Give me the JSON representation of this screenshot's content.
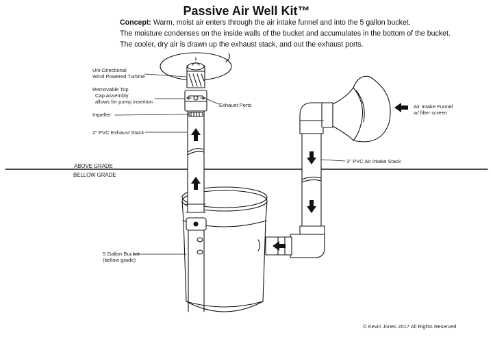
{
  "title": "Passive Air Well Kit™",
  "concept": {
    "label": "Concept:",
    "line1": " Warm, moist air enters through the air intake funnel and into the 5 gallon bucket.",
    "line2": "The moisture condenses on the inside walls of the bucket and accumulates in the bottom of the bucket.",
    "line3": "The cooler, dry air is drawn up the exhaust stack, and out the  exhaust ports."
  },
  "labels": {
    "turbine_1": "Uni-Directional",
    "turbine_2": "Wind Powered Turbine",
    "cap_1": "Removable Top",
    "cap_2": "Cap Assembly",
    "cap_3": "allows for pump insertion",
    "impeller": "Impeller",
    "exhaust_stack": "2\" PVC Exhaust Stack",
    "exhaust_ports": "Exhaust Ports",
    "funnel_1": "Air Intake Funnel",
    "funnel_2": "w/ filter screen",
    "intake_stack": "3\" PVC Air Intake Stack",
    "bucket_1": "5 Gallon Bucket",
    "bucket_2": "(bellow grade)"
  },
  "grade": {
    "above": "ABOVE GRADE",
    "below": "BELLOW GRADE"
  },
  "copyright": "© Kevin Jones 2017 All Rights Reserved",
  "colors": {
    "line": "#111111",
    "background": "#ffffff"
  }
}
